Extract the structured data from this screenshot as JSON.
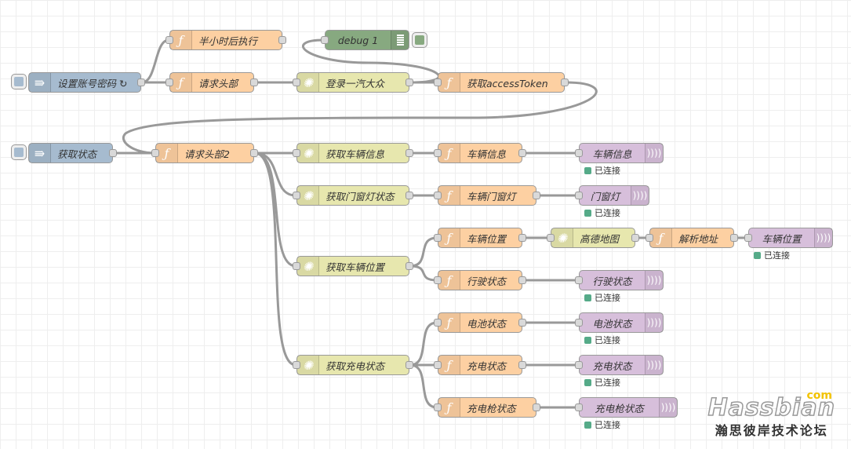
{
  "nodes": {
    "half_hour": {
      "label": "半小时后执行",
      "icon": "function-icon"
    },
    "debug1": {
      "label": "debug 1",
      "icon": "debug-bars-icon"
    },
    "set_account": {
      "label": "设置账号密码 ↻",
      "icon": "inject-arrow-icon"
    },
    "req_header": {
      "label": "请求头部",
      "icon": "function-icon"
    },
    "login": {
      "label": "登录一汽大众",
      "icon": "globe-icon"
    },
    "get_token": {
      "label": "获取accessToken",
      "icon": "function-icon"
    },
    "get_status": {
      "label": "获取状态",
      "icon": "inject-arrow-icon"
    },
    "req_header2": {
      "label": "请求头部2",
      "icon": "function-icon"
    },
    "get_vehicle_info": {
      "label": "获取车辆信息",
      "icon": "globe-icon"
    },
    "vehicle_info": {
      "label": "车辆信息",
      "icon": "function-icon"
    },
    "out_vehicle_info": {
      "label": "车辆信息",
      "icon": "wifi-icon"
    },
    "get_door": {
      "label": "获取门窗灯状态",
      "icon": "globe-icon"
    },
    "door": {
      "label": "车辆门窗灯",
      "icon": "function-icon"
    },
    "out_door": {
      "label": "门窗灯",
      "icon": "wifi-icon"
    },
    "get_position": {
      "label": "获取车辆位置",
      "icon": "globe-icon"
    },
    "position": {
      "label": "车辆位置",
      "icon": "function-icon"
    },
    "amap": {
      "label": "高德地图",
      "icon": "globe-icon"
    },
    "parse_addr": {
      "label": "解析地址",
      "icon": "function-icon"
    },
    "out_position": {
      "label": "车辆位置",
      "icon": "wifi-icon"
    },
    "driving": {
      "label": "行驶状态",
      "icon": "function-icon"
    },
    "out_driving": {
      "label": "行驶状态",
      "icon": "wifi-icon"
    },
    "get_charge": {
      "label": "获取充电状态",
      "icon": "globe-icon"
    },
    "battery": {
      "label": "电池状态",
      "icon": "function-icon"
    },
    "out_battery": {
      "label": "电池状态",
      "icon": "wifi-icon"
    },
    "charging": {
      "label": "充电状态",
      "icon": "function-icon"
    },
    "out_charging": {
      "label": "充电状态",
      "icon": "wifi-icon"
    },
    "charge_gun": {
      "label": "充电枪状态",
      "icon": "function-icon"
    },
    "out_charge_gun": {
      "label": "充电枪状态",
      "icon": "wifi-icon"
    }
  },
  "status": {
    "connected": "已连接"
  },
  "watermark": {
    "brand": "Hassbian",
    "com": "com",
    "sub": "瀚思彼岸技术论坛"
  },
  "colors": {
    "function": "#fdd0a2",
    "http": "#e7e7ae",
    "inject": "#a6bbcf",
    "output": "#d7bfdb",
    "debug": "#87a980",
    "status_ok": "#55aa88",
    "wire": "#999999"
  }
}
